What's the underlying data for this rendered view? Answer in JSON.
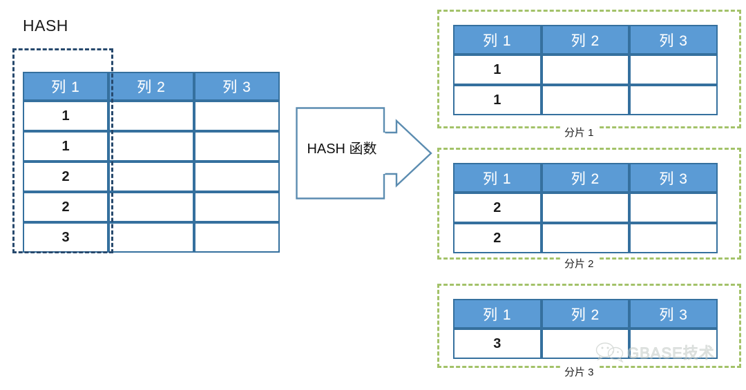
{
  "diagram": {
    "title": "HASH",
    "hash_function_label": "HASH 函数",
    "colors": {
      "header_blue": "#5B9BD5",
      "border_blue": "#35709E",
      "selector_navy": "#27496D",
      "shard_green": "#A3C269",
      "text_dark": "#1A1A1A"
    }
  },
  "source_table": {
    "name": "source-table",
    "headers": [
      "列 1",
      "列 2",
      "列 3"
    ],
    "rows": [
      [
        "1",
        "",
        ""
      ],
      [
        "1",
        "",
        ""
      ],
      [
        "2",
        "",
        ""
      ],
      [
        "2",
        "",
        ""
      ],
      [
        "3",
        "",
        ""
      ]
    ]
  },
  "shards": [
    {
      "label": "分片 1",
      "headers": [
        "列 1",
        "列 2",
        "列 3"
      ],
      "rows": [
        [
          "1",
          "",
          ""
        ],
        [
          "1",
          "",
          ""
        ]
      ]
    },
    {
      "label": "分片 2",
      "headers": [
        "列 1",
        "列 2",
        "列 3"
      ],
      "rows": [
        [
          "2",
          "",
          ""
        ],
        [
          "2",
          "",
          ""
        ]
      ]
    },
    {
      "label": "分片 3",
      "headers": [
        "列 1",
        "列 2",
        "列 3"
      ],
      "rows": [
        [
          "3",
          "",
          ""
        ]
      ]
    }
  ],
  "watermark": {
    "text": "GBASE技术",
    "icon": "wechat-bubbles-icon"
  }
}
